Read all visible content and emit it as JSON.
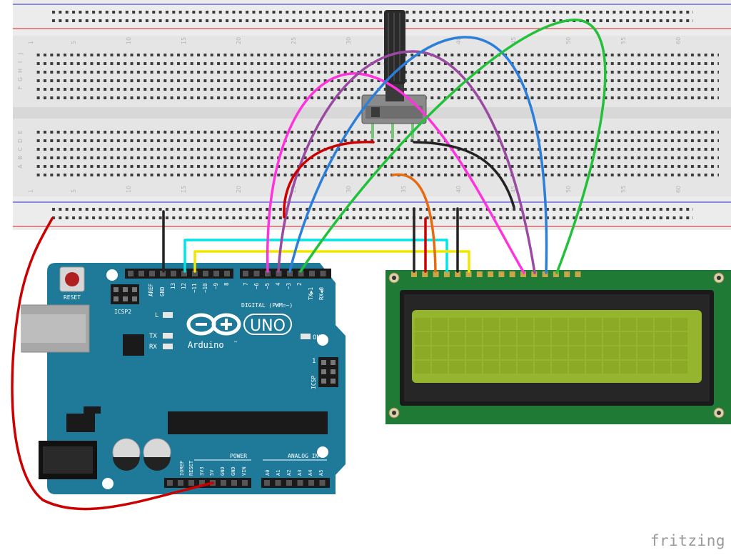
{
  "breadboard": {
    "column_numbers": [
      "1",
      "5",
      "10",
      "15",
      "20",
      "25",
      "30",
      "35",
      "40",
      "45",
      "50",
      "55",
      "60"
    ],
    "top_row_letters": [
      "J",
      "I",
      "H",
      "G",
      "F"
    ],
    "bottom_row_letters": [
      "E",
      "D",
      "C",
      "B",
      "A"
    ]
  },
  "arduino": {
    "reset_label": "RESET",
    "icsp2_label": "ICSP2",
    "aref_label": "AREF",
    "gnd_label": "GND",
    "pin13_label": "13",
    "pin12_label": "12",
    "pin11_label": "~11",
    "pin10_label": "~10",
    "pin9_label": "~9",
    "pin8_label": "8",
    "pin7_label": "7",
    "pin6_label": "~6",
    "pin5_label": "~5",
    "pin4_label": "4",
    "pin3_label": "~3",
    "pin2_label": "2",
    "tx1_label": "TX▶1",
    "rx0_label": "RX◀0",
    "digital_label": "DIGITAL (PWM=~)",
    "l_label": "L",
    "tx_label": "TX",
    "rx_label": "RX",
    "on_label": "ON",
    "uno_label": "UNO",
    "brand_label": "Arduino",
    "tm_label": "™",
    "icsp_label": "ICSP",
    "icsp_one_label": "1",
    "power_label": "POWER",
    "analog_label": "ANALOG IN",
    "ioref_label": "IOREF",
    "reset_pin_label": "RESET",
    "v33_label": "3V3",
    "v5_label": "5V",
    "gnd1_label": "GND",
    "gnd2_label": "GND",
    "vin_label": "VIN",
    "a0_label": "A0",
    "a1_label": "A1",
    "a2_label": "A2",
    "a3_label": "A3",
    "a4_label": "A4",
    "a5_label": "A5"
  },
  "watermark": "fritzing",
  "colors": {
    "breadboard": "#e5e5e5",
    "arduino_board": "#1f7a99",
    "lcd_pcb": "#1f7a36",
    "lcd_screen": "#95b52f",
    "wire_red": "#cc0000",
    "wire_black": "#222222",
    "wire_cyan": "#00e5e5",
    "wire_yellow": "#f2e600",
    "wire_magenta": "#ff33dd",
    "wire_purple": "#9a4aa0",
    "wire_blue": "#2b7fd8",
    "wire_green": "#23c03a",
    "wire_orange": "#e86a10"
  }
}
